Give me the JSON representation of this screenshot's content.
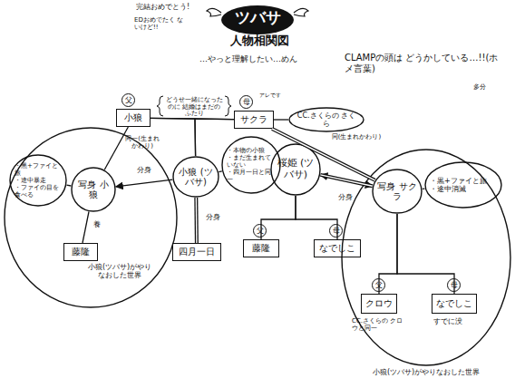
{
  "diagram": {
    "title": "ツバサ",
    "nodes": [
      {
        "text": [
          "小狼(ツバサ)がやりなおした世界"
        ]
      },
      {
        "text": [
          "小狼"
        ]
      },
      {
        "text": [
          "サクラ"
        ]
      },
      {
        "text": [
          "CC.さくらの さくら"
        ]
      },
      {
        "text": [
          "写身 小狼"
        ],
        "in": 0
      },
      {
        "text": [
          "・黒+ファイと旅",
          "・途中暴走",
          "・ファイの目を食べる"
        ],
        "in": 0
      },
      {
        "text": [
          "藤隆"
        ],
        "in": 0
      },
      {
        "text": [
          "小狼 (ツバサ)"
        ]
      },
      {
        "text": [
          "・本物の小狼",
          "・まだ生まれていない",
          "・四月一日と同一"
        ]
      },
      {
        "text": [
          "四月一日"
        ]
      },
      {
        "text": [
          "桜姫 (ツバサ)"
        ]
      },
      {
        "text": [
          "藤隆"
        ]
      },
      {
        "text": [
          "なでしこ"
        ]
      },
      {
        "text": [
          "小狼(ツバサ)がやりなおした世界"
        ]
      },
      {
        "text": [
          "写身 サクラ"
        ],
        "in": 13
      },
      {
        "text": [
          "・黒+ファイと旅",
          "・途中消滅"
        ],
        "in": 13
      },
      {
        "text": [
          "クロウ"
        ],
        "in": 13
      },
      {
        "text": [
          "なでしこ"
        ],
        "in": 13
      }
    ],
    "edges": [
      {
        "from": 1,
        "to": 2,
        "arrow": "none",
        "label": "どうせ一緒になったのに 結婚はまだのふたり"
      },
      {
        "from": 2,
        "to": 3,
        "arrow": "none"
      },
      {
        "from": 1,
        "to": 4,
        "arrow": "none",
        "label": "同一(生まれかわり)"
      },
      {
        "from": 4,
        "to": 5,
        "arrow": "none"
      },
      {
        "from": 4,
        "to": 6,
        "arrow": "none",
        "label": "養"
      },
      {
        "from": 1,
        "to": 7,
        "arrow": "none"
      },
      {
        "from": 2,
        "to": 7,
        "arrow": "none"
      },
      {
        "from": 7,
        "to": 4,
        "arrow": "to",
        "label": "分身"
      },
      {
        "from": 7,
        "to": 8,
        "arrow": "none"
      },
      {
        "from": 7,
        "to": 9,
        "arrow": "none",
        "label": "分身"
      },
      {
        "from": 2,
        "to": 14,
        "arrow": "none",
        "label": "同(生まれかわり)"
      },
      {
        "from": 10,
        "to": 14,
        "arrow": "both",
        "label": "分身"
      },
      {
        "from": 10,
        "to": 11,
        "arrow": "none"
      },
      {
        "from": 10,
        "to": 12,
        "arrow": "none"
      },
      {
        "from": 14,
        "to": 15,
        "arrow": "none"
      },
      {
        "from": 14,
        "to": 16,
        "arrow": "none"
      },
      {
        "from": 14,
        "to": 17,
        "arrow": "none"
      }
    ],
    "labels": [
      "完結おめでとう!",
      "EDおめでたく ないけど!!",
      "人物相関図",
      "…やっと理解したい…めん",
      "CLAMPの頭は どうかしている…!!(ホメ言葉)",
      "多分",
      "アレです",
      "父",
      "母",
      "父",
      "母",
      "父",
      "母",
      "CC.さくらの クロウと同一",
      "すでに没"
    ]
  }
}
